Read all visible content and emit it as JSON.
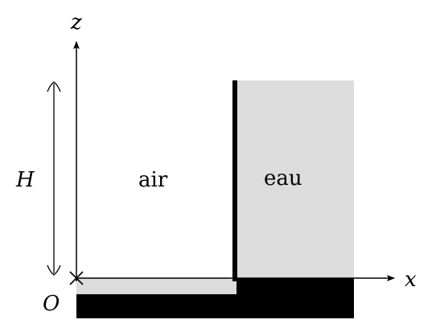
{
  "labels": {
    "z_axis": "z",
    "x_axis": "x",
    "origin": "O",
    "height": "H",
    "air": "air",
    "water": "eau"
  },
  "colors": {
    "water_fill": "#dcdcdc",
    "wall": "#000000",
    "ground": "#000000",
    "background": "#ffffff"
  }
}
